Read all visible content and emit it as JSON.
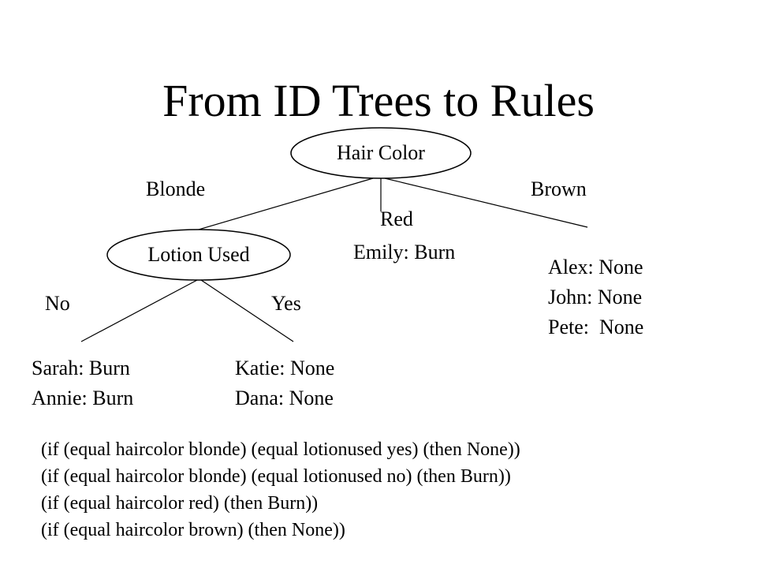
{
  "title": "From ID Trees to Rules",
  "tree": {
    "root": "Hair Color",
    "branches": {
      "blonde": "Blonde",
      "red": "Red",
      "brown": "Brown"
    },
    "red_leaf": "Emily: Burn",
    "brown_leaf": [
      "Alex: None",
      "John: None",
      "Pete:  None"
    ],
    "lotion_node": "Lotion Used",
    "lotion_branches": {
      "no": "No",
      "yes": "Yes"
    },
    "no_leaf": [
      "Sarah: Burn",
      "Annie: Burn"
    ],
    "yes_leaf": [
      "Katie: None",
      "Dana: None"
    ]
  },
  "rules": [
    "(if (equal haircolor blonde) (equal lotionused yes) (then None))",
    "(if (equal haircolor blonde) (equal lotionused no) (then Burn))",
    "(if (equal haircolor red) (then Burn))",
    "(if (equal haircolor brown) (then None))"
  ]
}
